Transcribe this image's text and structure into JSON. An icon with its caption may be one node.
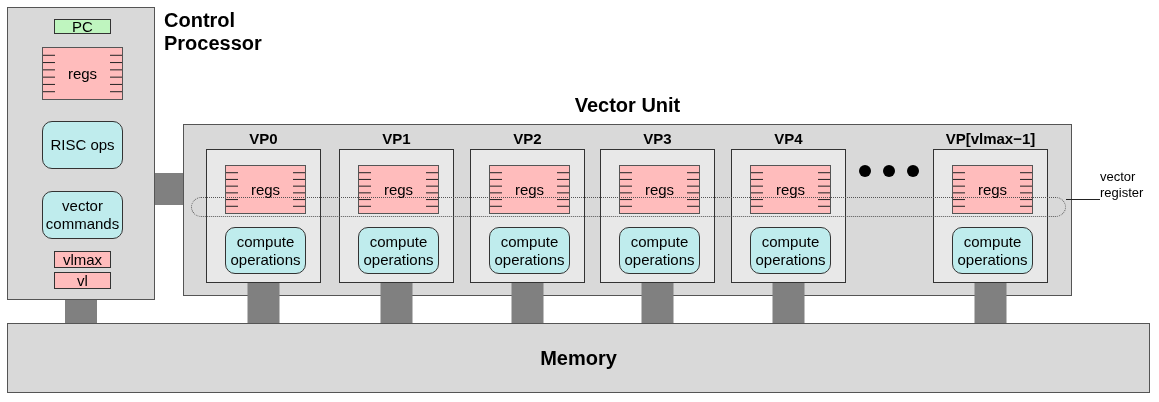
{
  "diagram": {
    "nodes": [
      {
        "text": [
          "Control Processor"
        ]
      },
      {
        "text": [
          "PC"
        ],
        "in": 0
      },
      {
        "text": [
          "regs"
        ],
        "in": 0
      },
      {
        "text": [
          "RISC ops"
        ],
        "in": 0
      },
      {
        "text": [
          "vector commands"
        ],
        "in": 0
      },
      {
        "text": [
          "vlmax"
        ],
        "in": 0
      },
      {
        "text": [
          "vl"
        ],
        "in": 0
      },
      {
        "text": [
          "Vector Unit"
        ]
      },
      {
        "text": [
          "VP0"
        ],
        "in": 7
      },
      {
        "text": [
          "regs"
        ],
        "in": 8
      },
      {
        "text": [
          "compute operations"
        ],
        "in": 8
      },
      {
        "text": [
          "VP1"
        ],
        "in": 7
      },
      {
        "text": [
          "regs"
        ],
        "in": 11
      },
      {
        "text": [
          "compute operations"
        ],
        "in": 11
      },
      {
        "text": [
          "VP2"
        ],
        "in": 7
      },
      {
        "text": [
          "regs"
        ],
        "in": 14
      },
      {
        "text": [
          "compute operations"
        ],
        "in": 14
      },
      {
        "text": [
          "VP3"
        ],
        "in": 7
      },
      {
        "text": [
          "regs"
        ],
        "in": 17
      },
      {
        "text": [
          "compute operations"
        ],
        "in": 17
      },
      {
        "text": [
          "VP4"
        ],
        "in": 7
      },
      {
        "text": [
          "regs"
        ],
        "in": 20
      },
      {
        "text": [
          "compute operations"
        ],
        "in": 20
      },
      {
        "text": [
          "VP[vlmax−1]"
        ],
        "in": 7
      },
      {
        "text": [
          "regs"
        ],
        "in": 23
      },
      {
        "text": [
          "compute operations"
        ],
        "in": 23
      },
      {
        "text": [
          "Memory"
        ]
      },
      {
        "text": [
          "vector register"
        ]
      },
      {
        "text": [],
        "shape": "box",
        "in": 7
      }
    ],
    "edges": [
      {
        "from": 0,
        "to": 26,
        "arrow": "none"
      },
      {
        "from": 0,
        "to": 7,
        "arrow": "none"
      },
      {
        "from": 8,
        "to": 26,
        "arrow": "none"
      },
      {
        "from": 11,
        "to": 26,
        "arrow": "none"
      },
      {
        "from": 14,
        "to": 26,
        "arrow": "none"
      },
      {
        "from": 17,
        "to": 26,
        "arrow": "none"
      },
      {
        "from": 20,
        "to": 26,
        "arrow": "none"
      },
      {
        "from": 23,
        "to": 26,
        "arrow": "none"
      },
      {
        "from": 27,
        "to": 28,
        "arrow": "none",
        "color": "#222222"
      }
    ]
  }
}
